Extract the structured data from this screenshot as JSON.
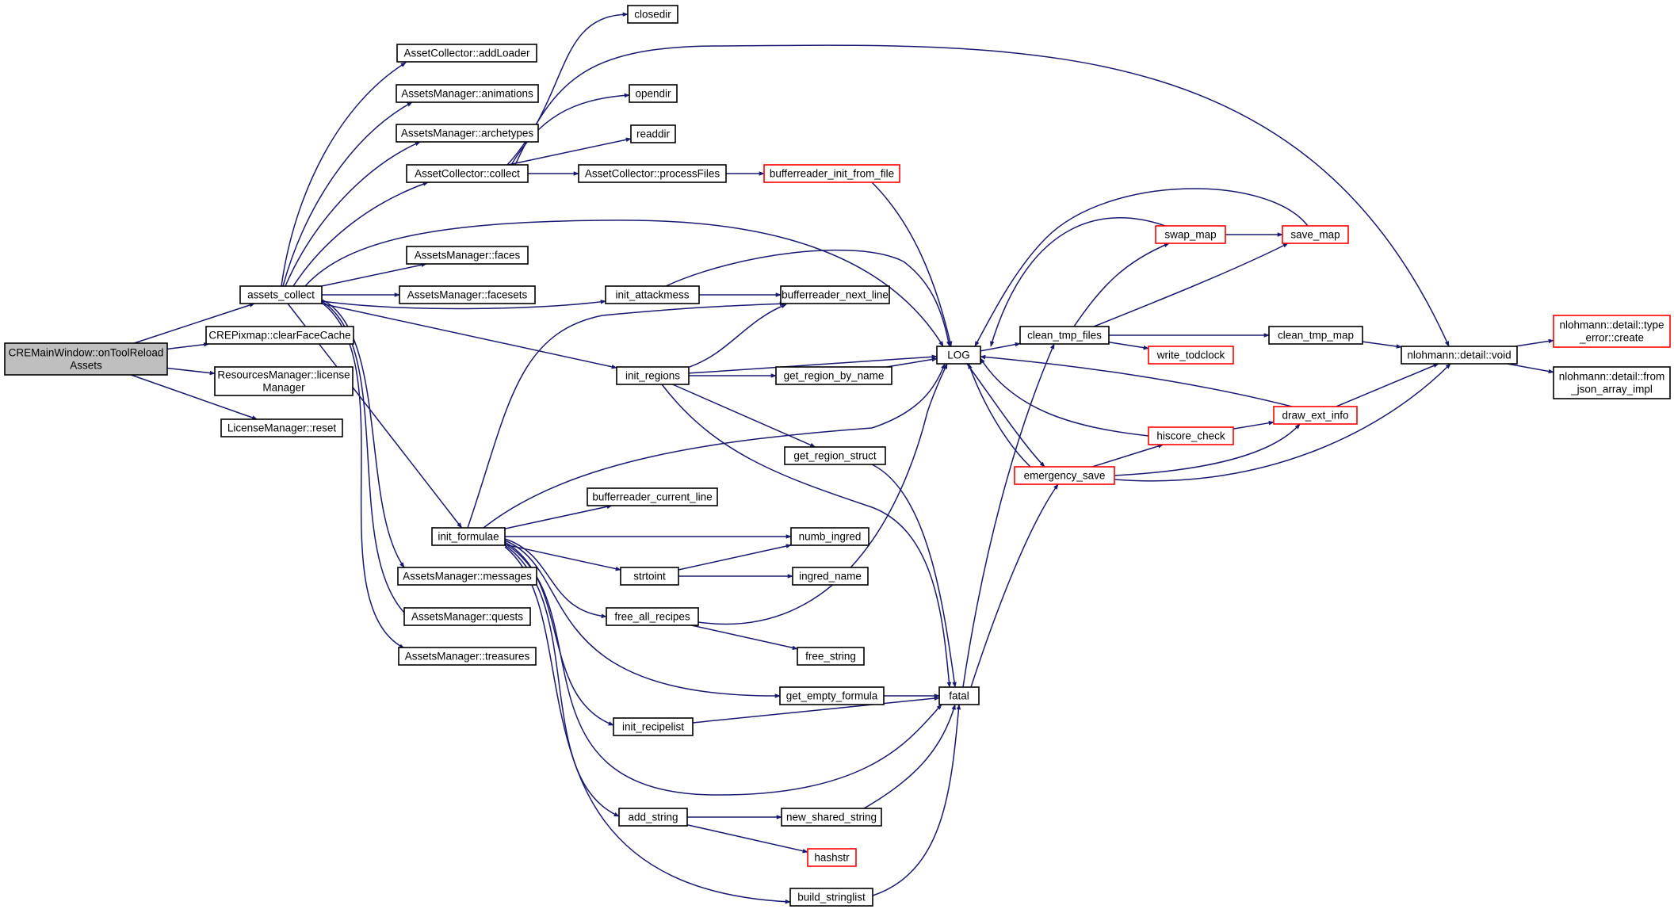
{
  "colors": {
    "edge": "#191970",
    "root_fill": "#bfbfbf",
    "box_border": "#000000",
    "truncated_border": "#ff0000"
  },
  "nodes": {
    "root": [
      "CREMainWindow::onToolReload",
      "Assets"
    ],
    "assets_collect": [
      "assets_collect"
    ],
    "crepixmap_clearfacecache": [
      "CREPixmap::clearFaceCache"
    ],
    "resourcesmanager_licensemanager": [
      "ResourcesManager::license",
      "Manager"
    ],
    "licensemanager_reset": [
      "LicenseManager::reset"
    ],
    "assetcollector_addloader": [
      "AssetCollector::addLoader"
    ],
    "assetsmanager_animations": [
      "AssetsManager::animations"
    ],
    "assetsmanager_archetypes": [
      "AssetsManager::archetypes"
    ],
    "assetcollector_collect": [
      "AssetCollector::collect"
    ],
    "assetsmanager_faces": [
      "AssetsManager::faces"
    ],
    "assetsmanager_facesets": [
      "AssetsManager::facesets"
    ],
    "assetsmanager_messages": [
      "AssetsManager::messages"
    ],
    "assetsmanager_quests": [
      "AssetsManager::quests"
    ],
    "assetsmanager_treasures": [
      "AssetsManager::treasures"
    ],
    "closedir": [
      "closedir"
    ],
    "opendir": [
      "opendir"
    ],
    "readdir": [
      "readdir"
    ],
    "assetcollector_processfiles": [
      "AssetCollector::processFiles"
    ],
    "bufferreader_init_from_file": [
      "bufferreader_init_from_file"
    ],
    "init_attackmess": [
      "init_attackmess"
    ],
    "bufferreader_next_line": [
      "bufferreader_next_line"
    ],
    "init_regions": [
      "init_regions"
    ],
    "get_region_by_name": [
      "get_region_by_name"
    ],
    "get_region_struct": [
      "get_region_struct"
    ],
    "init_formulae": [
      "init_formulae"
    ],
    "bufferreader_current_line": [
      "bufferreader_current_line"
    ],
    "numb_ingred": [
      "numb_ingred"
    ],
    "strtoint": [
      "strtoint"
    ],
    "ingred_name": [
      "ingred_name"
    ],
    "free_all_recipes": [
      "free_all_recipes"
    ],
    "free_string": [
      "free_string"
    ],
    "get_empty_formula": [
      "get_empty_formula"
    ],
    "init_recipelist": [
      "init_recipelist"
    ],
    "add_string": [
      "add_string"
    ],
    "new_shared_string": [
      "new_shared_string"
    ],
    "hashstr": [
      "hashstr"
    ],
    "build_stringlist": [
      "build_stringlist"
    ],
    "log": [
      "LOG"
    ],
    "fatal": [
      "fatal"
    ],
    "clean_tmp_files": [
      "clean_tmp_files"
    ],
    "swap_map": [
      "swap_map"
    ],
    "save_map": [
      "save_map"
    ],
    "write_todclock": [
      "write_todclock"
    ],
    "clean_tmp_map": [
      "clean_tmp_map"
    ],
    "emergency_save": [
      "emergency_save"
    ],
    "hiscore_check": [
      "hiscore_check"
    ],
    "draw_ext_info": [
      "draw_ext_info"
    ],
    "nlohmann_detail_void": [
      "nlohmann::detail::void"
    ],
    "nlohmann_type_error_create": [
      "nlohmann::detail::type",
      "_error::create"
    ],
    "nlohmann_from_json_array_impl": [
      "nlohmann::detail::from",
      "_json_array_impl"
    ]
  }
}
